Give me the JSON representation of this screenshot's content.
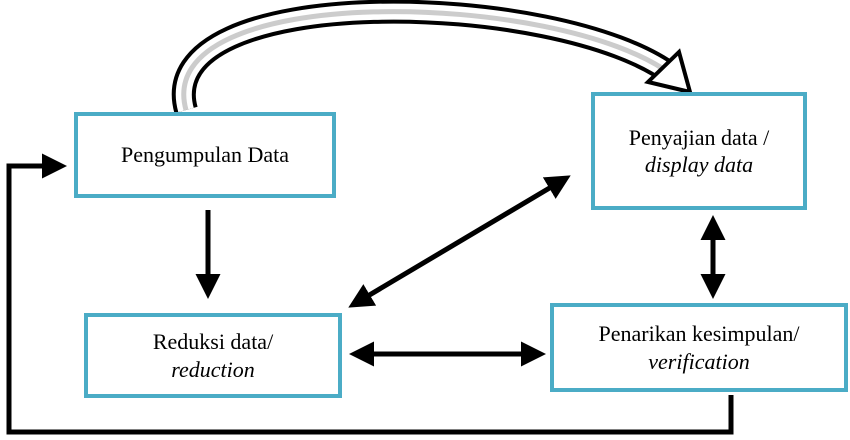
{
  "boxes": {
    "collect": {
      "line1": "Pengumpulan Data"
    },
    "display": {
      "line1": "Penyajian data /",
      "line2": "display data"
    },
    "reduce": {
      "line1": "Reduksi data/",
      "line2": "reduction"
    },
    "verify": {
      "line1": "Penarikan kesimpulan/",
      "line2": "verification"
    }
  },
  "colors": {
    "box_border": "#4bacc6",
    "arrow": "#000000",
    "curved_arrow_fill": "#ffffff",
    "curved_arrow_outline": "#000000"
  }
}
